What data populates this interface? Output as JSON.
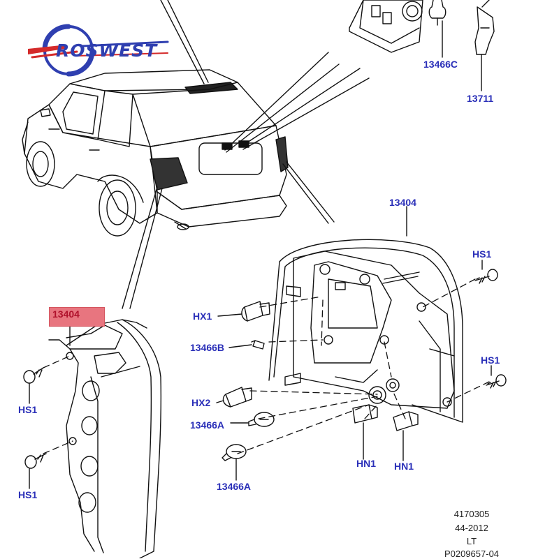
{
  "logo": {
    "text": "ROSWEST"
  },
  "callouts": {
    "c13466C": "13466C",
    "c13711": "13711",
    "c13404_main": "13404",
    "c13404_box": "13404",
    "hs1_right_top": "HS1",
    "hx1": "HX1",
    "c13466B": "13466B",
    "hs1_right_mid": "HS1",
    "hx2": "HX2",
    "c13466A_upper": "13466A",
    "hn1_left": "HN1",
    "hn1_right": "HN1",
    "hs1_left_top": "HS1",
    "hs1_left_bottom": "HS1",
    "c13466A_lower": "13466A"
  },
  "info": {
    "line1": "4170305",
    "line2": "44-2012",
    "line3": "LT",
    "line4": "P0209657-04"
  },
  "colors": {
    "callout_blue": "#2a2fb8",
    "highlight_fill": "#e8757f",
    "highlight_text": "#b0122c",
    "logo_blue": "#2f3fb0",
    "logo_red": "#d42a2a"
  }
}
